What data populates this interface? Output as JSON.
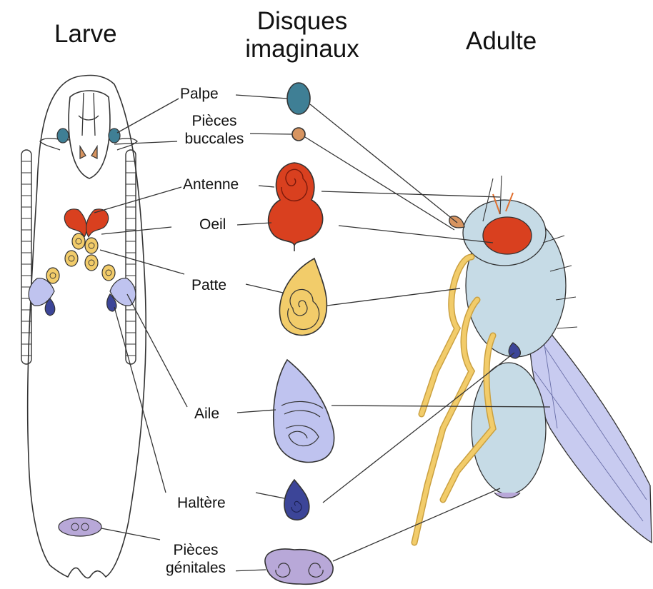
{
  "headings": {
    "larva": "Larve",
    "discs": "Disques imaginaux",
    "adult": "Adulte"
  },
  "labels": {
    "palp": "Palpe",
    "mouthparts": "Pièces buccales",
    "antenna": "Antenne",
    "eye": "Oeil",
    "leg": "Patte",
    "wing": "Aile",
    "haltere": "Haltère",
    "genitals": "Pièces génitales"
  },
  "colors": {
    "palp": "#3f7f95",
    "mouthparts": "#d79460",
    "eye_antenna": "#d9401f",
    "leg": "#f2cc6a",
    "wing": "#bfc3ef",
    "haltere": "#3c4598",
    "genitals": "#b8a8d8",
    "fly_body": "#c6dbe6"
  }
}
